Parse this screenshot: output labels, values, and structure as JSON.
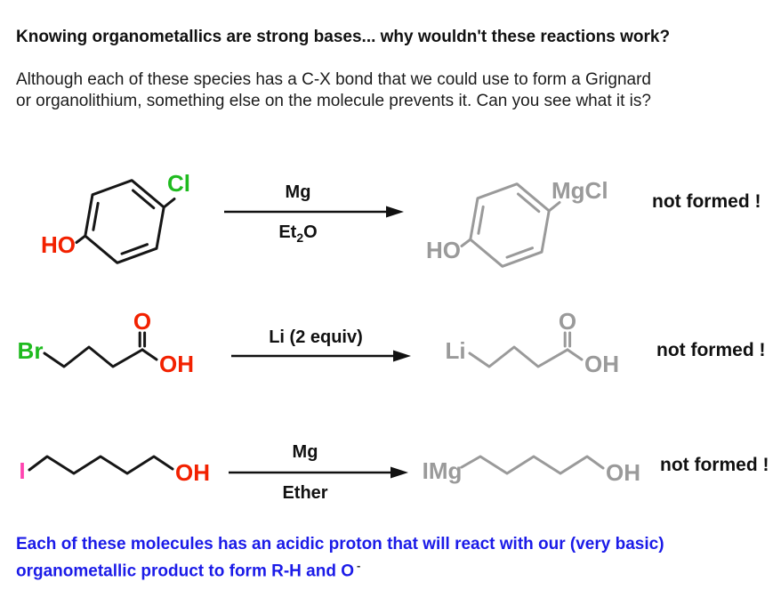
{
  "header": {
    "title": "Knowing organometallics are strong bases... why wouldn't these reactions work?",
    "intro_line1": "Although each of these species has a C-X bond that we could use to form a Grignard",
    "intro_line2": "or organolithium, something else on the molecule prevents it. Can you see what it is?"
  },
  "reactions": [
    {
      "reactant": {
        "labels": {
          "ho": "HO",
          "halide": "Cl"
        }
      },
      "conditions": {
        "above": "Mg",
        "below_main": "Et",
        "below_sub": "2",
        "below_tail": "O"
      },
      "product": {
        "labels": {
          "ho": "HO",
          "metal": "MgCl"
        }
      },
      "result": "not formed !"
    },
    {
      "reactant": {
        "labels": {
          "halide": "Br",
          "carbonyl_o": "O",
          "oh": "OH"
        }
      },
      "conditions": {
        "above": "Li (2 equiv)"
      },
      "product": {
        "labels": {
          "metal": "Li",
          "carbonyl_o": "O",
          "oh": "OH"
        }
      },
      "result": "not formed !"
    },
    {
      "reactant": {
        "labels": {
          "halide": "I",
          "oh": "OH"
        }
      },
      "conditions": {
        "above": "Mg",
        "below": "Ether"
      },
      "product": {
        "labels": {
          "metal": "IMg",
          "oh": "OH"
        }
      },
      "result": "not formed !"
    }
  ],
  "conclusion": {
    "line1": "Each of these molecules has an acidic proton that will react with our (very basic)",
    "line2": "organometallic product to form R-H and O",
    "superscript": "-"
  },
  "colors": {
    "oxygen_red": "#f22100",
    "halogen_green": "#1fbb1f",
    "iodine_magenta": "#ff44b0",
    "ghost_gray": "#9a9a9a",
    "structure_black": "#161616",
    "conclusion_blue": "#1b1be8"
  }
}
